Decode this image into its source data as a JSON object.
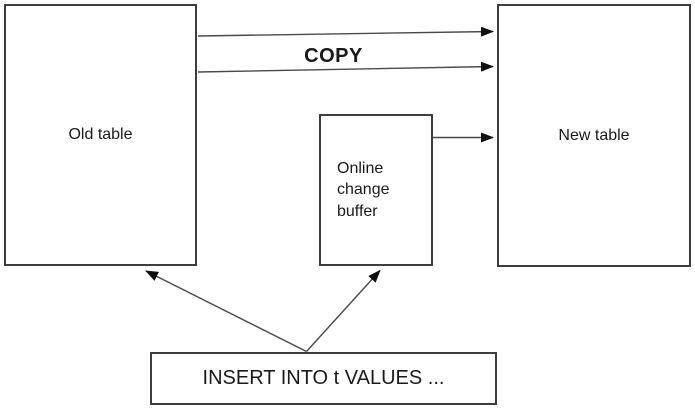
{
  "colors": {
    "background": "#ffffff",
    "box_border": "#3d3d3d",
    "arrow": "#4a4a4a",
    "arrowhead": "#111111",
    "text": "#1a1a1a"
  },
  "diagram": {
    "old_table_label": "Old table",
    "new_table_label": "New table",
    "change_buffer_lines": [
      "Online",
      "change",
      "buffer"
    ],
    "copy_label": "COPY",
    "insert_label": "INSERT INTO t VALUES ..."
  }
}
